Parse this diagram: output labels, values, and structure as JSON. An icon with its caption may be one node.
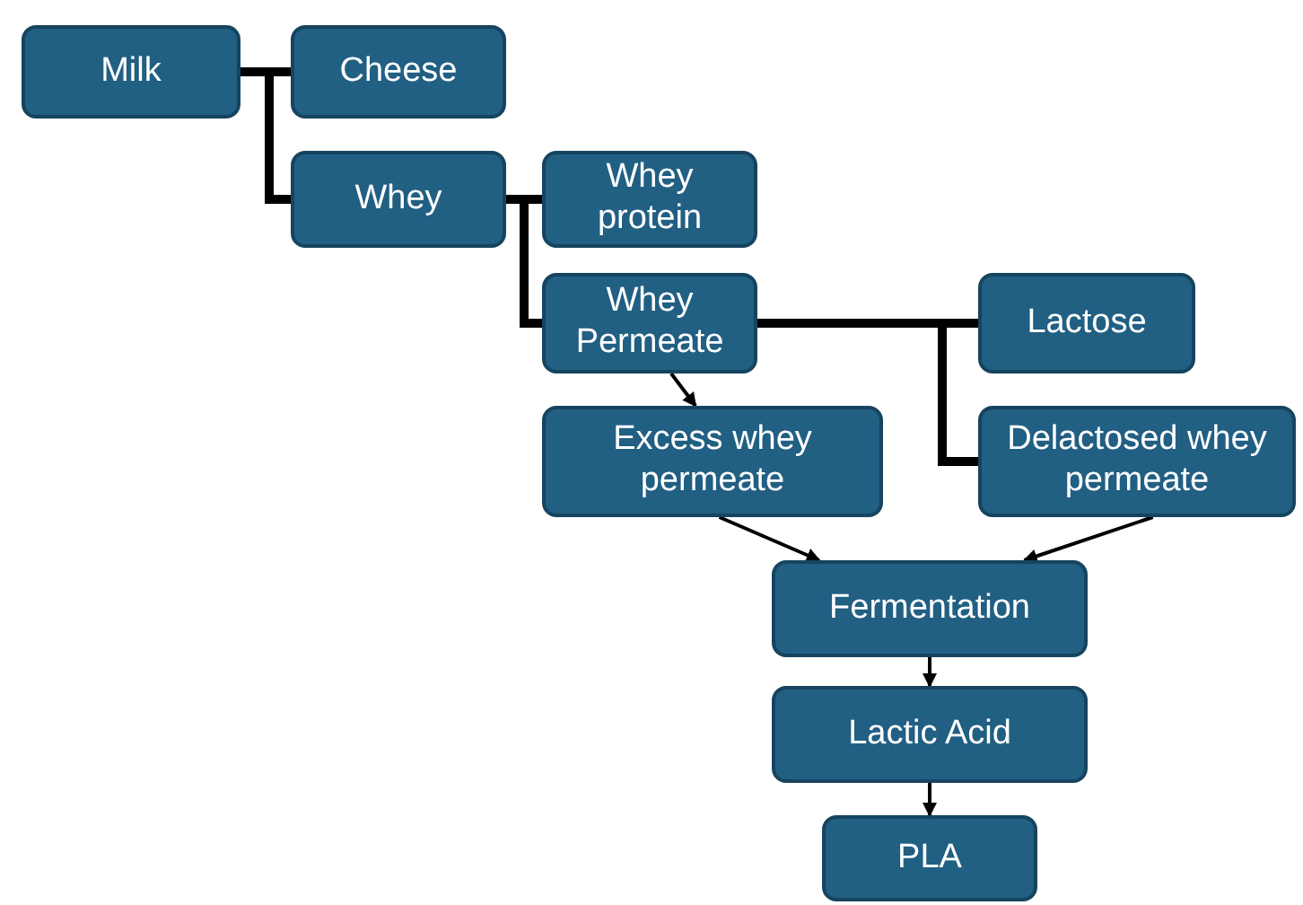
{
  "diagram": {
    "nodes": [
      {
        "text": [
          "Milk"
        ]
      },
      {
        "text": [
          "Cheese"
        ]
      },
      {
        "text": [
          "Whey"
        ]
      },
      {
        "text": [
          "Whey protein"
        ]
      },
      {
        "text": [
          "Whey Permeate"
        ]
      },
      {
        "text": [
          "Lactose"
        ]
      },
      {
        "text": [
          "Excess whey permeate"
        ]
      },
      {
        "text": [
          "Delactosed whey permeate"
        ]
      },
      {
        "text": [
          "Fermentation"
        ]
      },
      {
        "text": [
          "Lactic Acid"
        ]
      },
      {
        "text": [
          "PLA"
        ]
      }
    ],
    "edges": [
      {
        "from": 0,
        "to": 1,
        "arrow": "none"
      },
      {
        "from": 0,
        "to": 2,
        "arrow": "none"
      },
      {
        "from": 2,
        "to": 3,
        "arrow": "none"
      },
      {
        "from": 2,
        "to": 4,
        "arrow": "none"
      },
      {
        "from": 4,
        "to": 5,
        "arrow": "none"
      },
      {
        "from": 4,
        "to": 7,
        "arrow": "none"
      },
      {
        "from": 4,
        "to": 6,
        "arrow": "to"
      },
      {
        "from": 6,
        "to": 8,
        "arrow": "to"
      },
      {
        "from": 7,
        "to": 8,
        "arrow": "to"
      },
      {
        "from": 8,
        "to": 9,
        "arrow": "to"
      },
      {
        "from": 9,
        "to": 10,
        "arrow": "to"
      }
    ]
  }
}
